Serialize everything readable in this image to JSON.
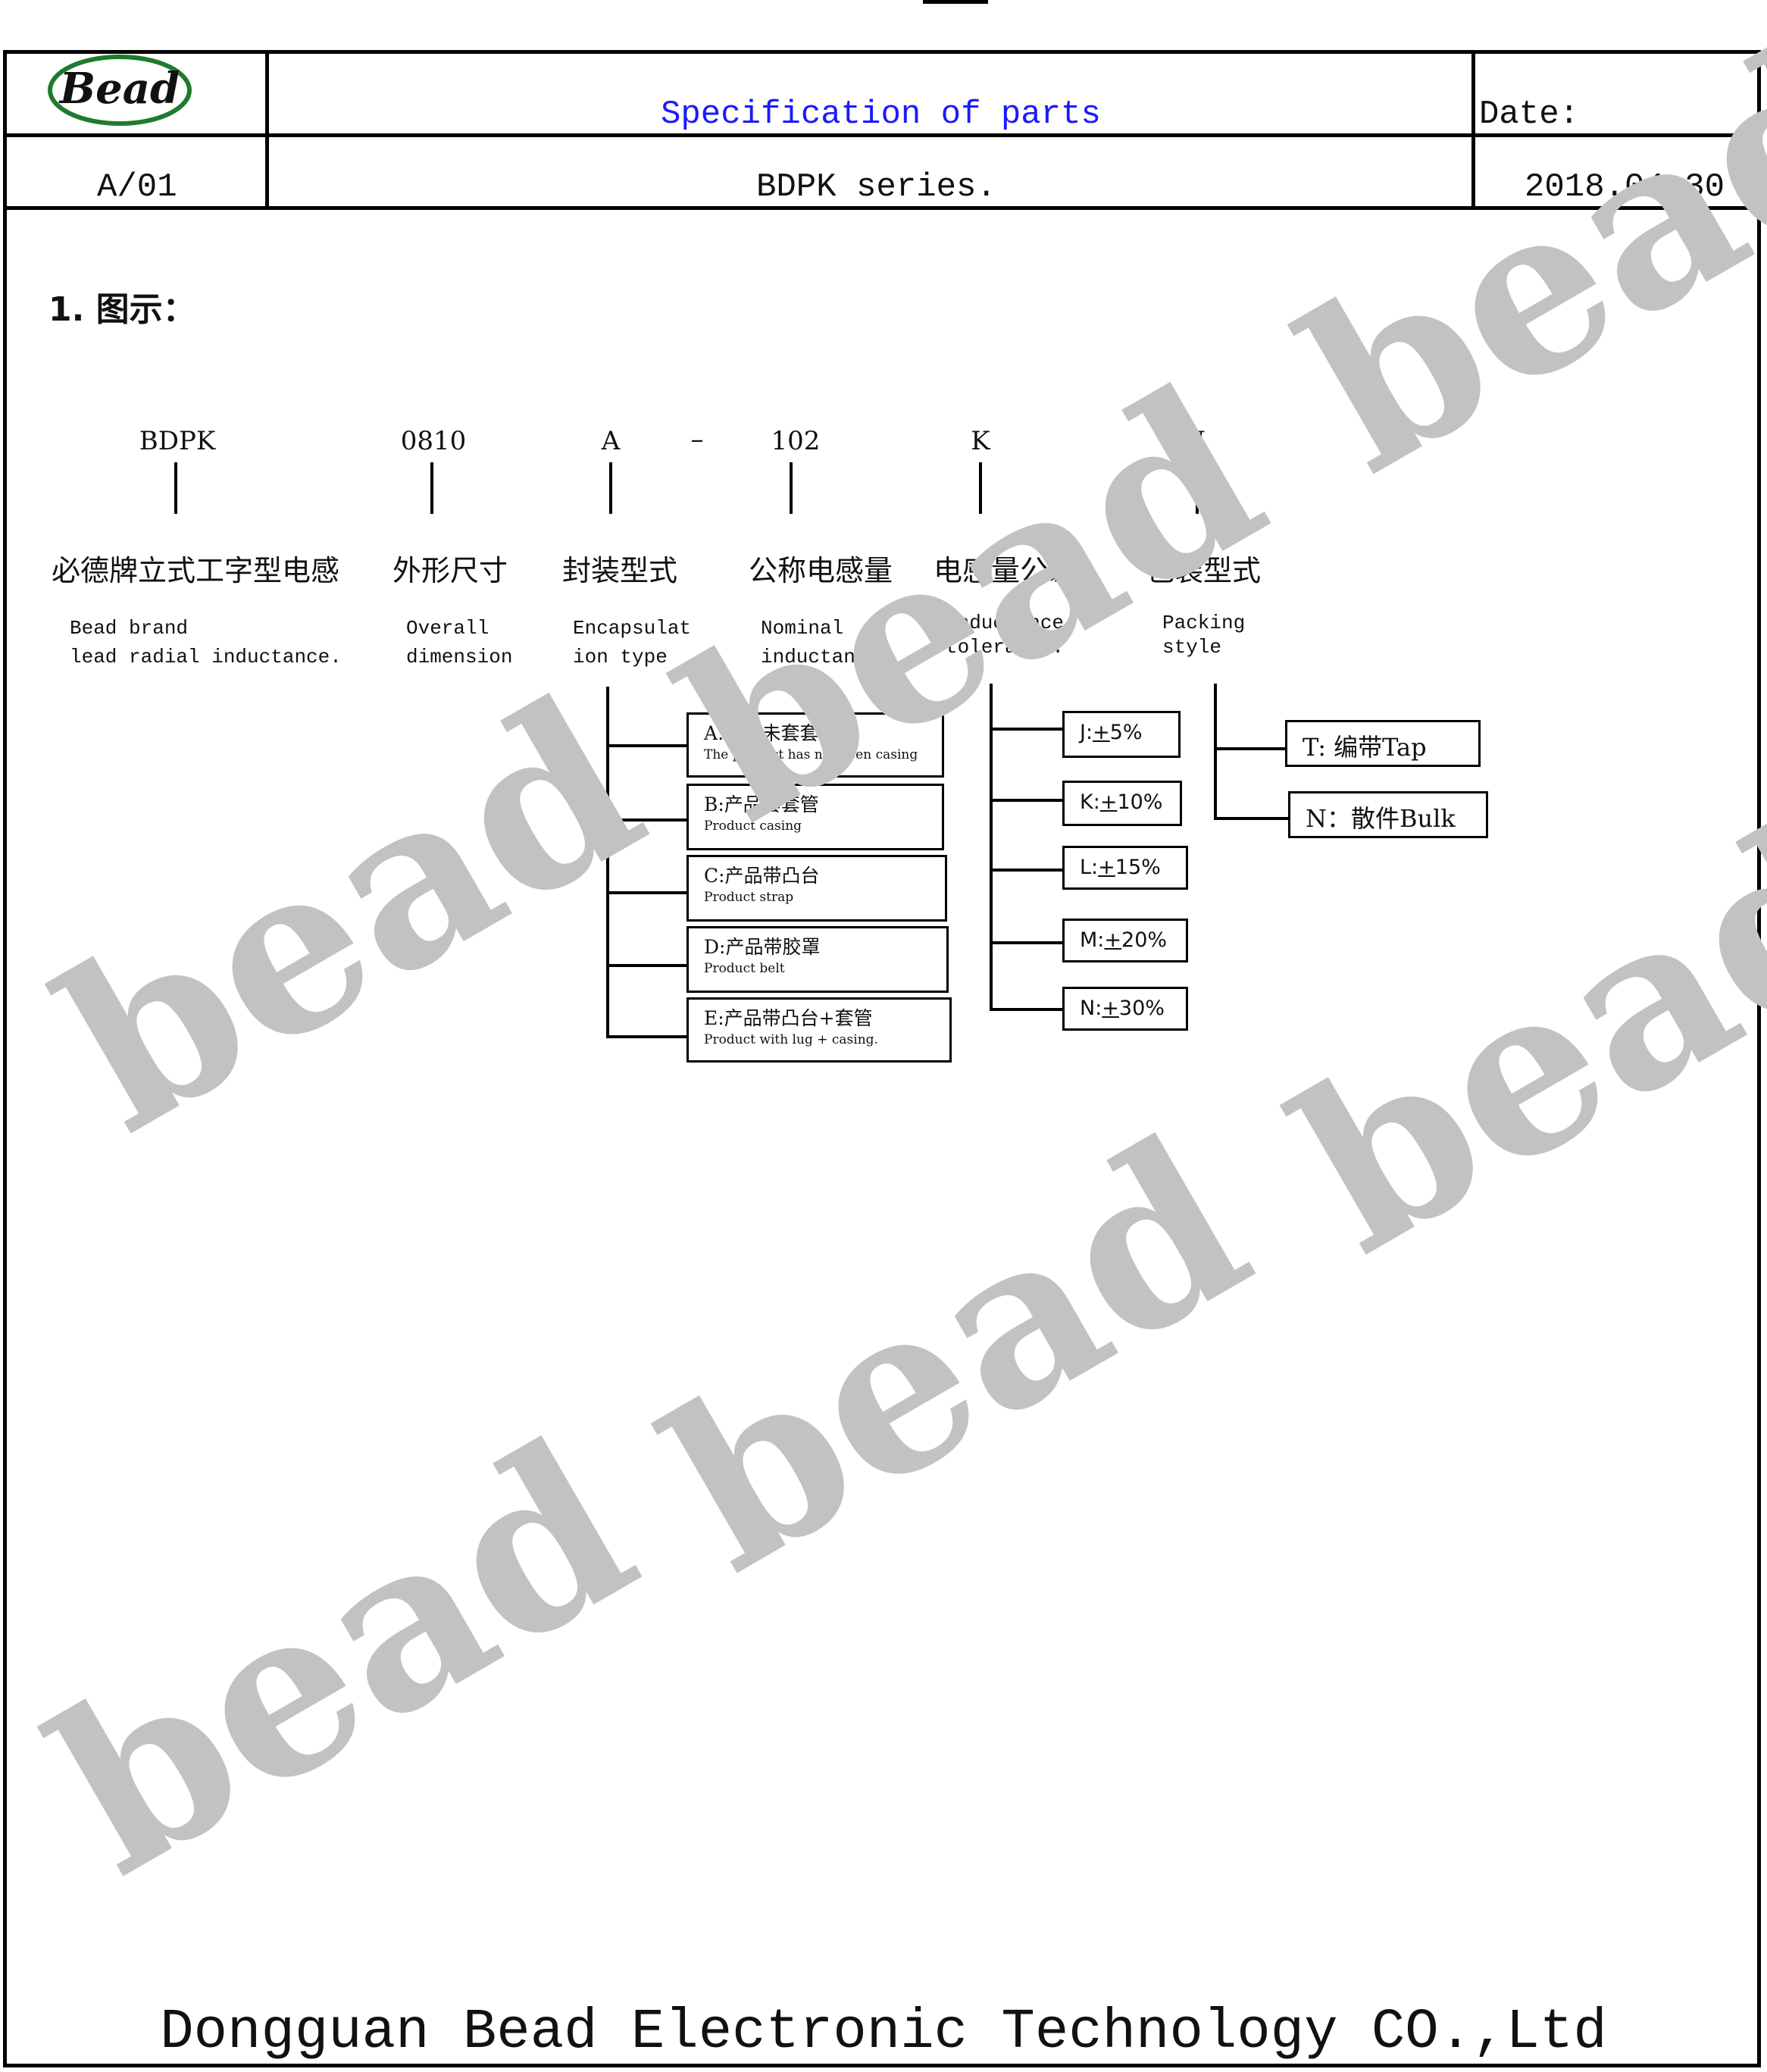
{
  "header": {
    "logo_text": "Bead",
    "spec_title": "Specification of parts",
    "date_label": "Date:",
    "version": "A/01",
    "series": "BDPK series.",
    "date_value": "2018.04.30"
  },
  "section": {
    "heading": "1. 图示："
  },
  "part_code": {
    "segments": [
      {
        "code": "BDPK",
        "zh": "必德牌立式工字型电感",
        "en": "Bead brand\nlead radial inductance."
      },
      {
        "code": "0810",
        "zh": "外形尺寸",
        "en": "Overall\ndimension"
      },
      {
        "code": "A",
        "zh": "封装型式",
        "en": "Encapsulat\nion type"
      },
      {
        "code": "102",
        "zh": "公称电感量",
        "en": "Nominal\ninductance."
      },
      {
        "code": "K",
        "zh": "电感量公差",
        "en": "Inductance\ntolerance."
      },
      {
        "code": "N",
        "zh": "包装型式",
        "en": "Packing\nstyle"
      }
    ],
    "dash": "–"
  },
  "encapsulation_options": [
    {
      "label": "A:产品未套套管",
      "desc": "The product has not been casing"
    },
    {
      "label": "B:产品套套管",
      "desc": "Product casing"
    },
    {
      "label": "C:产品带凸台",
      "desc": "Product strap"
    },
    {
      "label": "D:产品带胶罩",
      "desc": "Product belt"
    },
    {
      "label": "E:产品带凸台+套管",
      "desc": "Product with lug + casing."
    }
  ],
  "tolerance_options": [
    {
      "prefix": "J:",
      "pm": "+",
      "value": "5%"
    },
    {
      "prefix": "K:",
      "pm": "+",
      "value": "10%"
    },
    {
      "prefix": "L:",
      "pm": "+",
      "value": "15%"
    },
    {
      "prefix": "M:",
      "pm": "+",
      "value": "20%"
    },
    {
      "prefix": "N:",
      "pm": "+",
      "value": "30%"
    }
  ],
  "packing_options": [
    {
      "label": "T: 编带Tap"
    },
    {
      "label": "N：散件Bulk"
    }
  ],
  "watermark_text": "bead",
  "footer": {
    "company": "Dongguan Bead Electronic Technology CO.,Ltd"
  },
  "colors": {
    "title_blue": "#1a1aff",
    "logo_green": "#1f7a2e",
    "watermark_gray": "#c2c2c2"
  }
}
